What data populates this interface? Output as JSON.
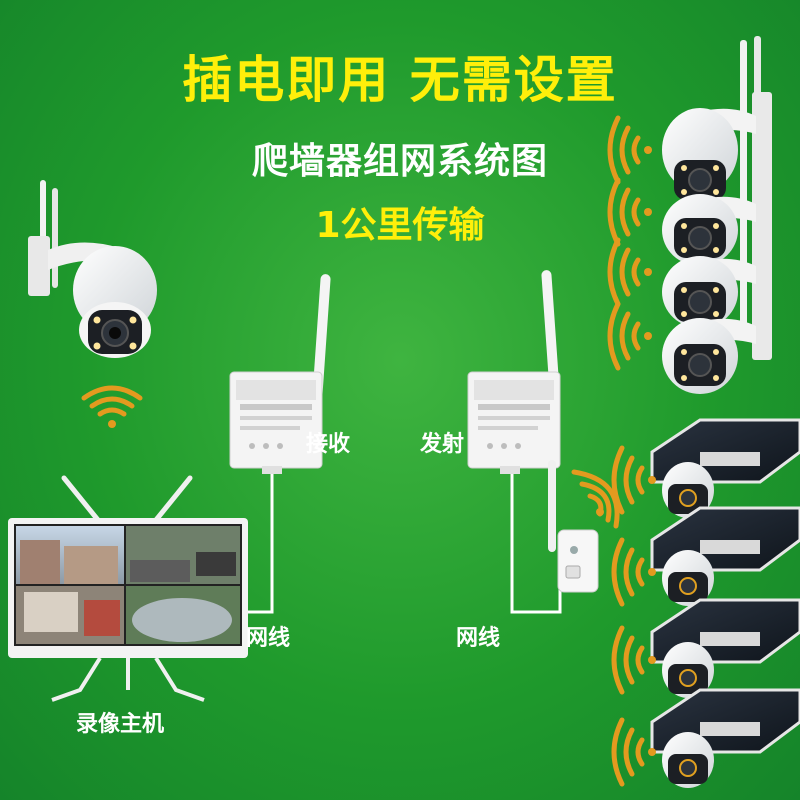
{
  "header": {
    "headline": "插电即用 无需设置",
    "subtitle": "爬墙器组网系统图",
    "range_text": "1公里传输"
  },
  "labels": {
    "receive": "接收",
    "transmit": "发射",
    "cable_left": "网线",
    "cable_right": "网线",
    "nvr": "录像主机"
  },
  "colors": {
    "headline": "#ffef0a",
    "range_text": "#ffef0a",
    "wifi_signal": "#e39a1f",
    "cable": "#ffffff",
    "background": "#22a030"
  },
  "icons": {
    "ptz_camera": "ptz-camera-icon",
    "bridge": "wireless-bridge-icon",
    "router": "wifi-router-icon",
    "monitor": "monitor-icon",
    "solar_camera": "solar-camera-icon",
    "signal": "wifi-signal-icon"
  }
}
